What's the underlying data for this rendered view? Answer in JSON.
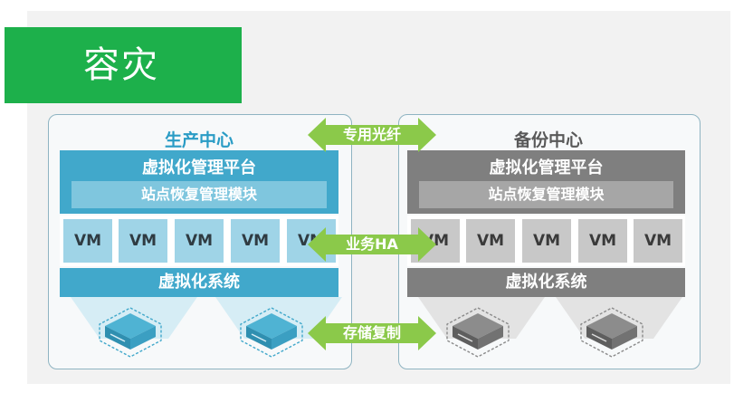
{
  "title": "容灾",
  "production": {
    "label": "生产中心",
    "platform": "虚拟化管理平台",
    "module": "站点恢复管理模块",
    "vms": [
      "VM",
      "VM",
      "VM",
      "VM",
      "VM"
    ],
    "system": "虚拟化系统"
  },
  "backup": {
    "label": "备份中心",
    "platform": "虚拟化管理平台",
    "module": "站点恢复管理模块",
    "vms": [
      "VM",
      "VM",
      "VM",
      "VM",
      "VM"
    ],
    "system": "虚拟化系统"
  },
  "links": {
    "fiber": "专用光纤",
    "ha": "业务HA",
    "storage": "存储复制"
  },
  "colors": {
    "title_green": "#1db04b",
    "production_blue": "#41a8cb",
    "backup_gray": "#7f7f7f",
    "arrow_green": "#8bc94a"
  }
}
